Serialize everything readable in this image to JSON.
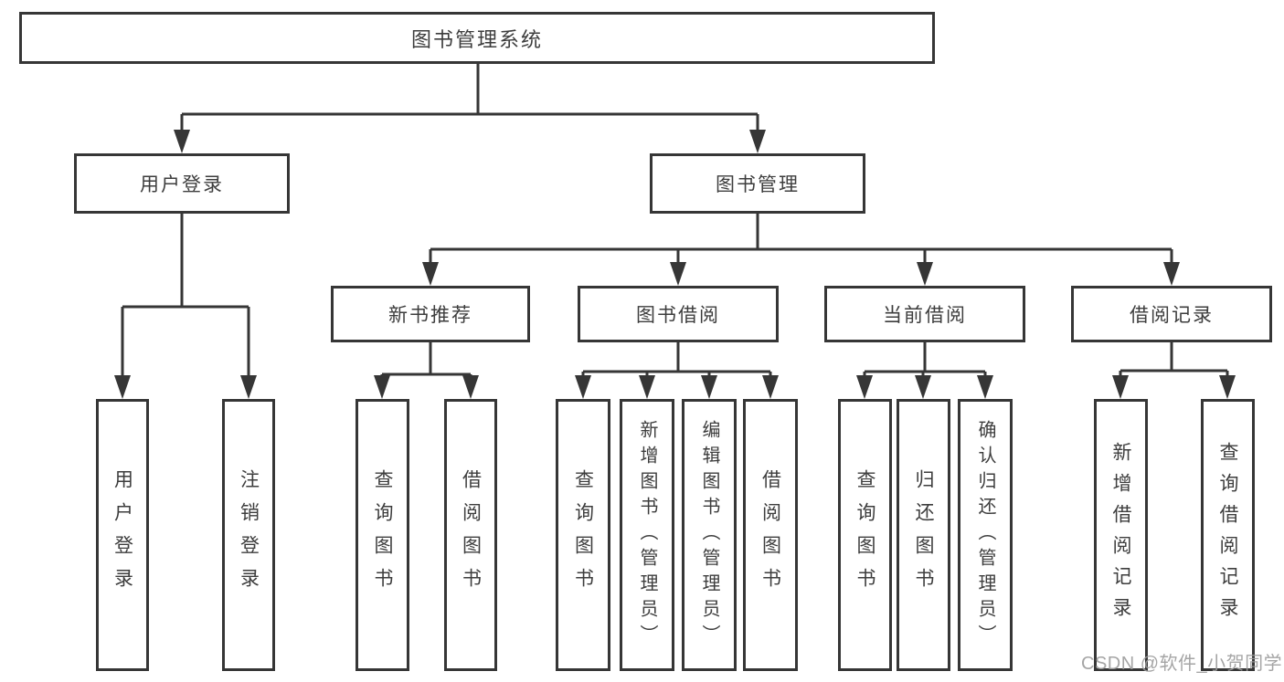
{
  "diagram": {
    "root": {
      "label": "图书管理系统"
    },
    "login": {
      "label": "用户登录",
      "children": [
        "用户登录",
        "注销登录"
      ]
    },
    "management": {
      "label": "图书管理",
      "sections": [
        {
          "label": "新书推荐",
          "children": [
            "查询图书",
            "借阅图书"
          ]
        },
        {
          "label": "图书借阅",
          "children": [
            "查询图书",
            "新增图书（管理员）",
            "编辑图书（管理员）",
            "借阅图书"
          ]
        },
        {
          "label": "当前借阅",
          "children": [
            "查询图书",
            "归还图书",
            "确认归还（管理员）"
          ]
        },
        {
          "label": "借阅记录",
          "children": [
            "新增借阅记录",
            "查询借阅记录"
          ]
        }
      ]
    }
  },
  "watermark": {
    "text": "CSDN @软件_小贺同学"
  },
  "colors": {
    "line": "#363636",
    "text": "#3d3d3d",
    "box_background": "#ffffff",
    "watermark": "#9c9c9c"
  }
}
